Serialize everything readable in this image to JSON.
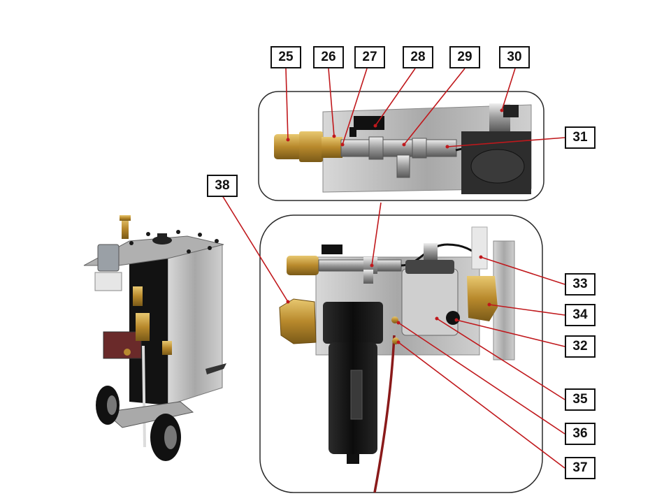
{
  "colors": {
    "leader": "#c0181c",
    "frame": "#2a2a2a",
    "plate": "#b9bcbf",
    "brass": "#c8a040",
    "filter_black": "#151515",
    "background": "#ffffff"
  },
  "views": [
    {
      "name": "overview-unit"
    },
    {
      "name": "detail-inlet-valves"
    },
    {
      "name": "detail-filter-assembly"
    }
  ],
  "callouts": [
    {
      "id": "25"
    },
    {
      "id": "26"
    },
    {
      "id": "27"
    },
    {
      "id": "28"
    },
    {
      "id": "29"
    },
    {
      "id": "30"
    },
    {
      "id": "31"
    },
    {
      "id": "38"
    },
    {
      "id": "33"
    },
    {
      "id": "34"
    },
    {
      "id": "32"
    },
    {
      "id": "35"
    },
    {
      "id": "36"
    },
    {
      "id": "37"
    }
  ]
}
